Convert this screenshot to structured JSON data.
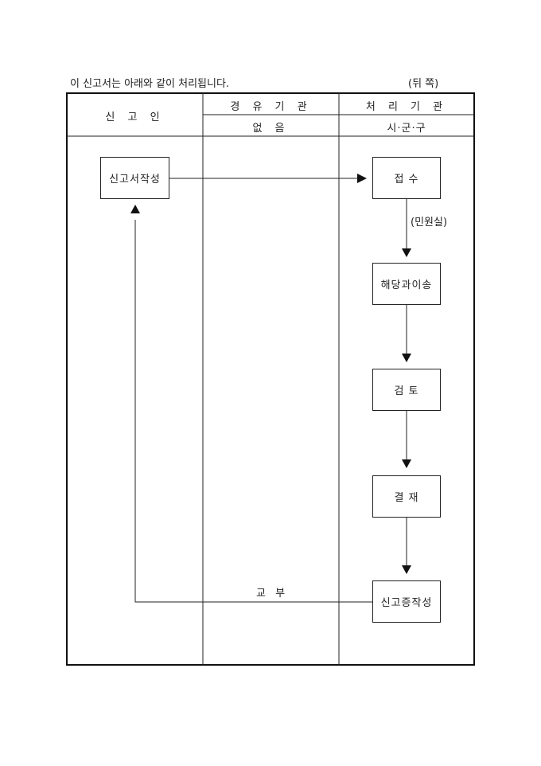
{
  "intro": "이 신고서는 아래와 같이 처리됩니다.",
  "page_side": "(뒤 쪽)",
  "header": {
    "col1": "신 고 인",
    "col2_top": "경 유 기 관",
    "col2_bottom": "없 음",
    "col3_top": "처 리 기 관",
    "col3_bottom": "시·군·구"
  },
  "flow": {
    "write_form": "신고서작성",
    "receive": "접 수",
    "receive_note": "(민원실)",
    "transfer": "해당과이송",
    "review": "검 토",
    "approve": "결 재",
    "certificate": "신고증작성",
    "issue": "교 부"
  }
}
